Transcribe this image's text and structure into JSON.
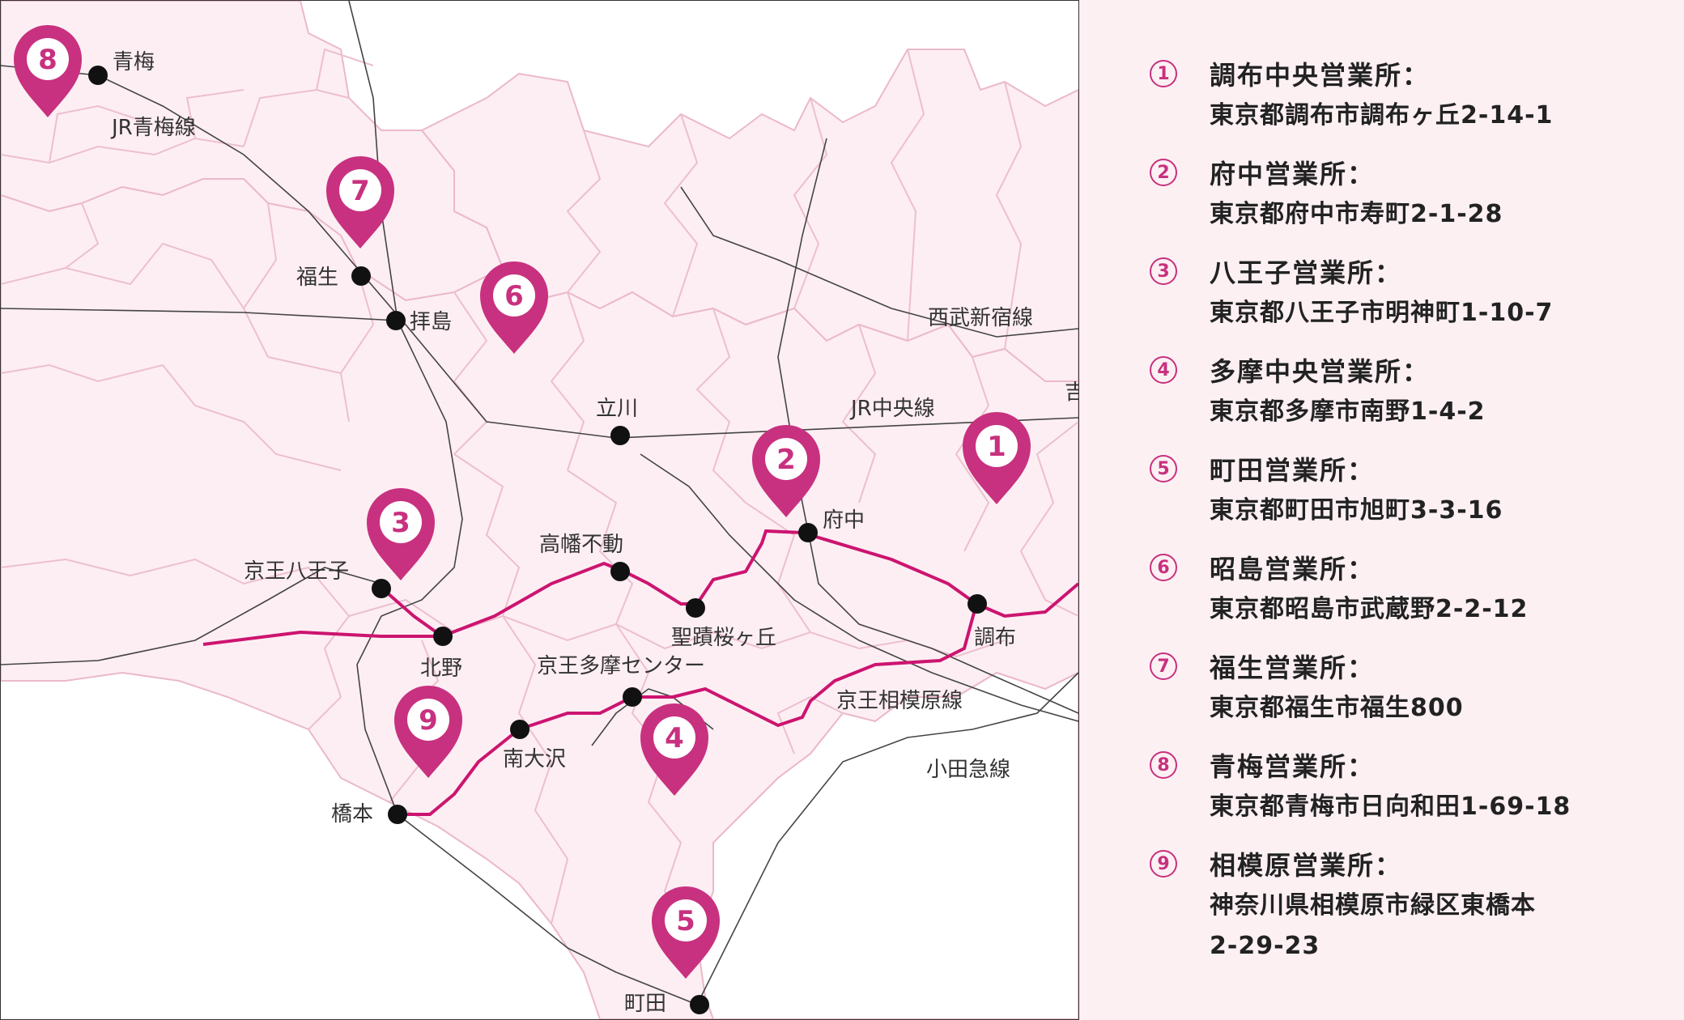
{
  "colors": {
    "accent": "#c8317f",
    "area_fill": "#fbe6ee",
    "area_stroke": "#e9b6c8",
    "rail": "#444444",
    "keio": "#cc1470"
  },
  "stations": [
    {
      "id": "oume",
      "label": "青梅"
    },
    {
      "id": "fussa",
      "label": "福生"
    },
    {
      "id": "haijima",
      "label": "拝島"
    },
    {
      "id": "tachikawa",
      "label": "立川"
    },
    {
      "id": "fuchu",
      "label": "府中"
    },
    {
      "id": "chofu",
      "label": "調布"
    },
    {
      "id": "takahatafudo",
      "label": "高幡不動"
    },
    {
      "id": "keio-hachioji",
      "label": "京王八王子"
    },
    {
      "id": "kitano",
      "label": "北野"
    },
    {
      "id": "seiseki",
      "label": "聖蹟桜ヶ丘"
    },
    {
      "id": "keio-tama",
      "label": "京王多摩センター"
    },
    {
      "id": "minami-osawa",
      "label": "南大沢"
    },
    {
      "id": "hashimoto",
      "label": "橋本"
    },
    {
      "id": "machida",
      "label": "町田"
    }
  ],
  "lines": [
    {
      "id": "jr-oume",
      "label": "JR青梅線"
    },
    {
      "id": "seibu-shinjuku",
      "label": "西武新宿線"
    },
    {
      "id": "jr-chuo",
      "label": "JR中央線"
    },
    {
      "id": "keio-sagamihara",
      "label": "京王相模原線"
    },
    {
      "id": "odakyu",
      "label": "小田急線"
    }
  ],
  "edge_fragment": "吉",
  "offices": [
    {
      "num": "1",
      "name": "調布中央営業所：",
      "address": [
        "東京都調布市調布ヶ丘2-14-1"
      ]
    },
    {
      "num": "2",
      "name": "府中営業所：",
      "address": [
        "東京都府中市寿町2-1-28"
      ]
    },
    {
      "num": "3",
      "name": "八王子営業所：",
      "address": [
        "東京都八王子市明神町1-10-7"
      ]
    },
    {
      "num": "4",
      "name": "多摩中央営業所：",
      "address": [
        "東京都多摩市南野1-4-2"
      ]
    },
    {
      "num": "5",
      "name": "町田営業所：",
      "address": [
        "東京都町田市旭町3-3-16"
      ]
    },
    {
      "num": "6",
      "name": "昭島営業所：",
      "address": [
        "東京都昭島市武蔵野2-2-12"
      ]
    },
    {
      "num": "7",
      "name": "福生営業所：",
      "address": [
        "東京都福生市福生800"
      ]
    },
    {
      "num": "8",
      "name": "青梅営業所：",
      "address": [
        "東京都青梅市日向和田1-69-18"
      ]
    },
    {
      "num": "9",
      "name": "相模原営業所：",
      "address": [
        "神奈川県相模原市緑区東橋本",
        "2-29-23"
      ]
    }
  ]
}
